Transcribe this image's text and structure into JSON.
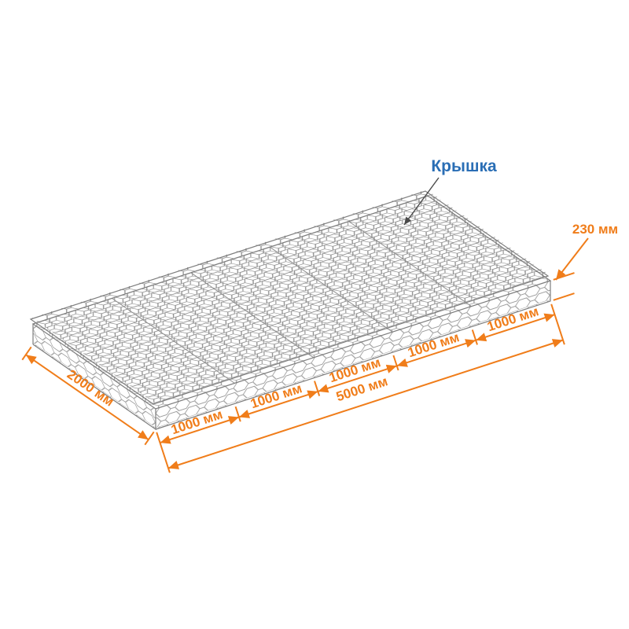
{
  "diagram": {
    "subject": "wire-mesh gabion mattress with lid, isometric dimensioned drawing",
    "labels": {
      "lid": "Крышка"
    },
    "dimensions": {
      "height": "230 мм",
      "width": "2000 мм",
      "total_length": "5000 мм",
      "segments": [
        "1000 мм",
        "1000 мм",
        "1000 мм",
        "1000 мм",
        "1000 мм"
      ]
    },
    "colors": {
      "dimension_accent": "#f07d1a",
      "label_accent": "#2a6eb5",
      "mesh_wire": "#9c9c9c",
      "background": "#ffffff"
    }
  }
}
